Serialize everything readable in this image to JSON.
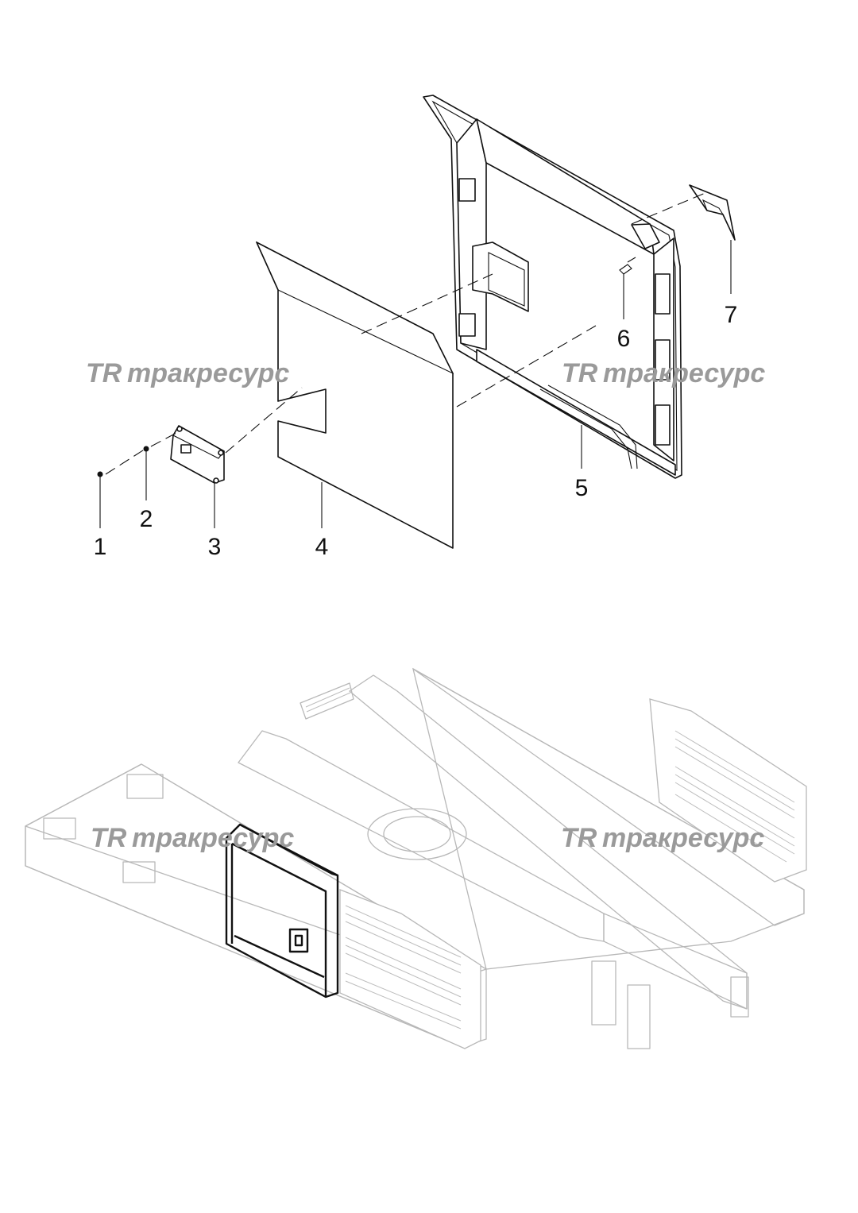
{
  "watermark": {
    "logo_letters": "TR",
    "text": "тракресурс"
  },
  "callouts": [
    {
      "label": "1"
    },
    {
      "label": "2"
    },
    {
      "label": "3"
    },
    {
      "label": "4"
    },
    {
      "label": "5"
    },
    {
      "label": "6"
    },
    {
      "label": "7"
    }
  ],
  "colors": {
    "line": "#111111",
    "frame_grey": "#b8b8b8",
    "watermark_grey": "#9a9a9a",
    "background": "#ffffff"
  }
}
